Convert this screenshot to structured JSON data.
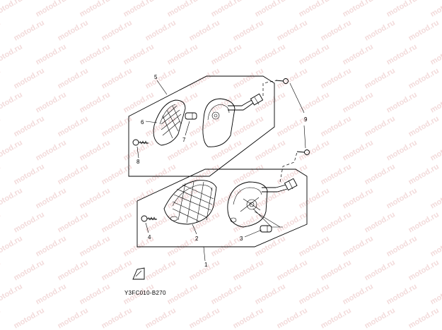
{
  "callouts": {
    "c1": "1",
    "c2": "2",
    "c3": "3",
    "c4": "4",
    "c5": "5",
    "c6": "6",
    "c7": "7",
    "c8": "8",
    "c9": "9"
  },
  "diagram_code": "Y3FC010-B270",
  "watermark_text": "motod.ru",
  "colors": {
    "line": "#000000",
    "watermark": "#d98f8f",
    "background": "#ffffff"
  }
}
